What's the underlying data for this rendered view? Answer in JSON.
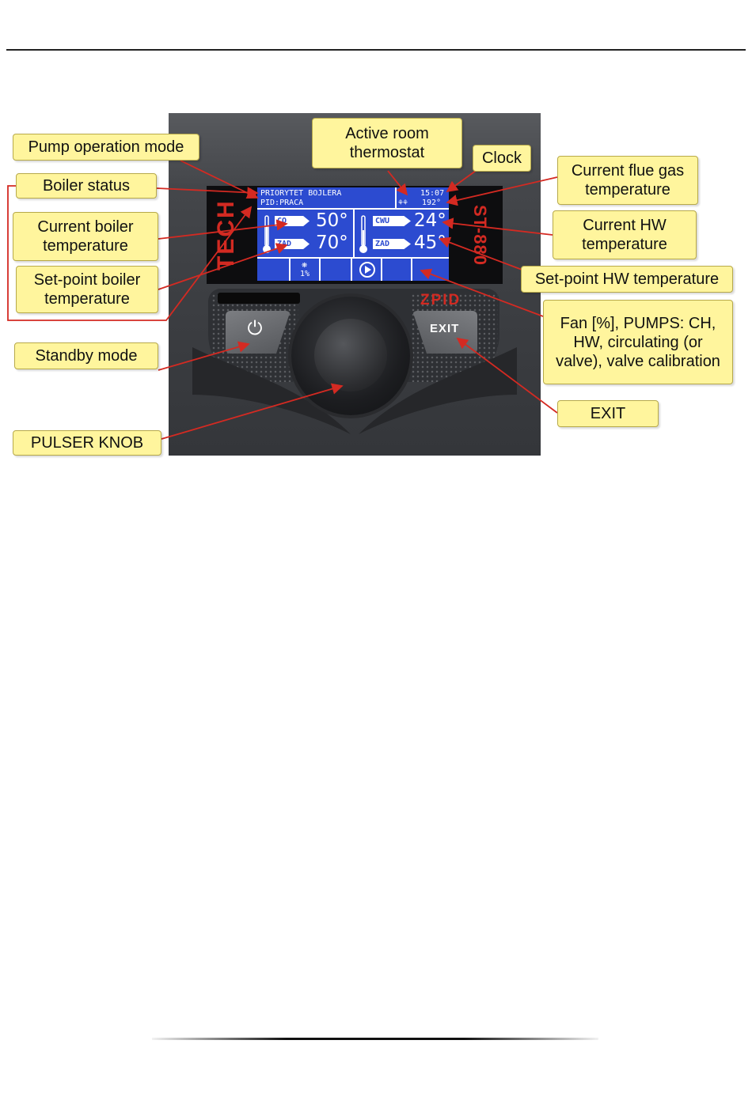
{
  "device": {
    "brand": "TECH",
    "model": "ST-880",
    "logo": "ZPID",
    "exit_button": "EXIT",
    "power_icon": "power-icon",
    "display": {
      "status_line1": "PRIORYTET BOJLERA",
      "status_line2": "PID:PRACA",
      "clock": "15:07",
      "flue_gas_temp": "192°",
      "ch_tag": "CO",
      "ch_set_tag": "ZAD",
      "ch_temp": "50°",
      "ch_set_temp": "70°",
      "hw_tag": "CWU",
      "hw_set_tag": "ZAD",
      "hw_temp": "24°",
      "hw_set_temp": "45°",
      "fan_percent": "1%"
    }
  },
  "labels": {
    "pump_mode": "Pump operation mode",
    "room_thermostat": "Active room\nthermostat",
    "clock": "Clock",
    "flue_gas": "Current flue gas\ntemperature",
    "boiler_status": "Boiler status",
    "boiler_temp": "Current boiler\ntemperature",
    "hw_temp": "Current HW\ntemperature",
    "setpoint_boiler": "Set-point boiler\ntemperature",
    "setpoint_hw": "Set-point HW temperature",
    "fan_pumps": "Fan [%], PUMPS: CH,\nHW, circulating (or\nvalve), valve calibration",
    "standby": "Standby mode",
    "exit": "EXIT",
    "pulser": "PULSER KNOB"
  },
  "colors": {
    "label_fill": "#fff59d",
    "arrow": "#d42a22",
    "lcd_blue": "#2c4bd0",
    "brand_red": "#d22a22"
  }
}
